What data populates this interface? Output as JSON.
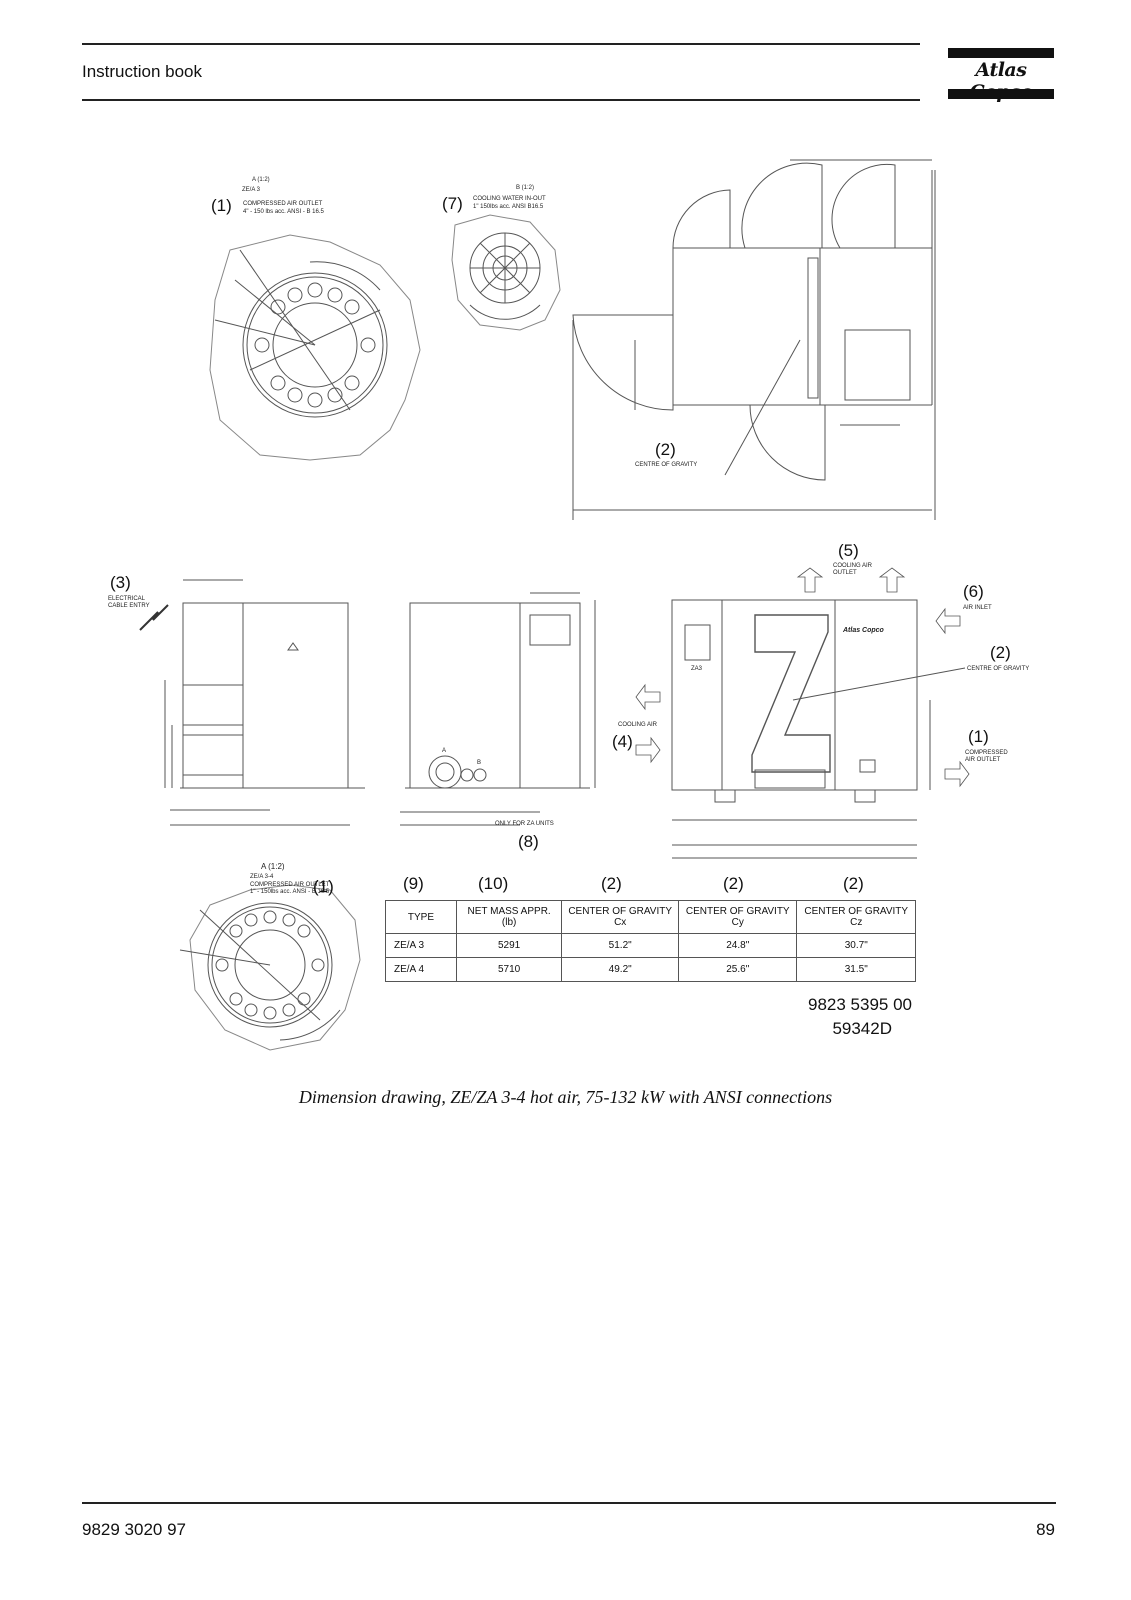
{
  "header": {
    "title": "Instruction book",
    "logo_text": "Atlas Copco"
  },
  "detail_a_top": {
    "scale": "A (1:2)",
    "model": "ZE/A 3",
    "ref": "(1)",
    "label_line1": "COMPRESSED AIR OUTLET",
    "label_line2": "4\" - 150 lbs acc. ANSI - B 16.5"
  },
  "detail_b": {
    "scale": "B (1:2)",
    "ref": "(7)",
    "label_line1": "COOLING WATER IN-OUT",
    "label_line2": "1\" 150lbs acc. ANSI B16.5"
  },
  "detail_a_bottom": {
    "scale": "A (1:2)",
    "model": "ZE/A 3-4",
    "ref": "(1)",
    "label_line1": "COMPRESSED AIR OUTLET",
    "label_line2": "1\" - 150lbs acc. ANSI - B 16.5"
  },
  "top_view": {
    "ref": "(2)",
    "label": "CENTRE OF GRAVITY"
  },
  "side_view": {
    "ref": "(3)",
    "label_line1": "ELECTRICAL",
    "label_line2": "CABLE ENTRY"
  },
  "rear_view": {
    "ref": "(8)",
    "label": "ONLY FOR ZA UNITS",
    "conn_a": "A",
    "conn_b": "B"
  },
  "front_view": {
    "ref5": "(5)",
    "label5_line1": "COOLING AIR",
    "label5_line2": "OUTLET",
    "ref6": "(6)",
    "label6": "AIR INLET",
    "ref2": "(2)",
    "label2": "CENTRE OF GRAVITY",
    "ref1": "(1)",
    "label1_line1": "COMPRESSED",
    "label1_line2": "AIR OUTLET",
    "ref4": "(4)",
    "label4": "COOLING AIR",
    "brand": "Atlas Copco",
    "panel": "ZA3"
  },
  "table": {
    "col_refs": [
      "(9)",
      "(10)",
      "(2)",
      "(2)",
      "(2)"
    ],
    "headers": [
      {
        "line1": "TYPE",
        "line2": ""
      },
      {
        "line1": "NET MASS APPR.",
        "line2": "(lb)"
      },
      {
        "line1": "CENTER OF GRAVITY",
        "line2": "Cx"
      },
      {
        "line1": "CENTER OF GRAVITY",
        "line2": "Cy"
      },
      {
        "line1": "CENTER OF GRAVITY",
        "line2": "Cz"
      }
    ],
    "rows": [
      {
        "type": "ZE/A 3",
        "mass": "5291",
        "cx": "51.2\"",
        "cy": "24.8\"",
        "cz": "30.7\""
      },
      {
        "type": "ZE/A 4",
        "mass": "5710",
        "cx": "49.2\"",
        "cy": "25.6\"",
        "cz": "31.5\""
      }
    ]
  },
  "drawing_numbers": {
    "line1": "9823 5395 00",
    "line2": "59342D"
  },
  "caption": "Dimension drawing, ZE/ZA 3-4 hot air, 75-132 kW with ANSI connections",
  "footer": {
    "doc_number": "9829 3020 97",
    "page_number": "89"
  }
}
